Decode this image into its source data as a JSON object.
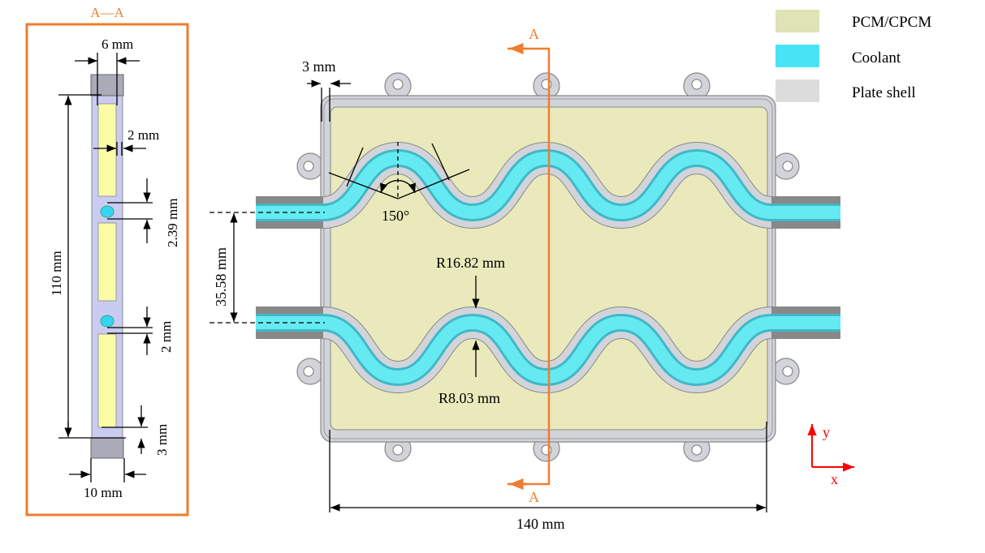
{
  "section_view": {
    "title": "A—A",
    "dims": {
      "width_top": "6 mm",
      "wall": "2 mm",
      "pipe_dia": "2.39 mm",
      "gap": "2 mm",
      "bottom_gap": "3 mm",
      "height": "110 mm",
      "width_bottom": "10 mm"
    }
  },
  "plan_view": {
    "section_label_top": "A",
    "section_label_bottom": "A",
    "dims": {
      "shell": "3 mm",
      "angle": "150°",
      "outer_radius": "R16.82 mm",
      "inner_radius": "R8.03 mm",
      "pipe_spacing": "35.58 mm",
      "length": "140 mm"
    }
  },
  "legend": [
    {
      "label": "PCM/CPCM",
      "color": "#dfe3b5"
    },
    {
      "label": "Coolant",
      "color": "#49e3f6"
    },
    {
      "label": "Plate shell",
      "color": "#dcdcdc"
    }
  ],
  "axes": {
    "x": "x",
    "y": "y",
    "color": "#ff0000"
  },
  "colors": {
    "accent": "#ee7d31",
    "pcm": "#e9e9bb",
    "shell": "#d2d4da",
    "coolant": "#5fe6ef"
  }
}
